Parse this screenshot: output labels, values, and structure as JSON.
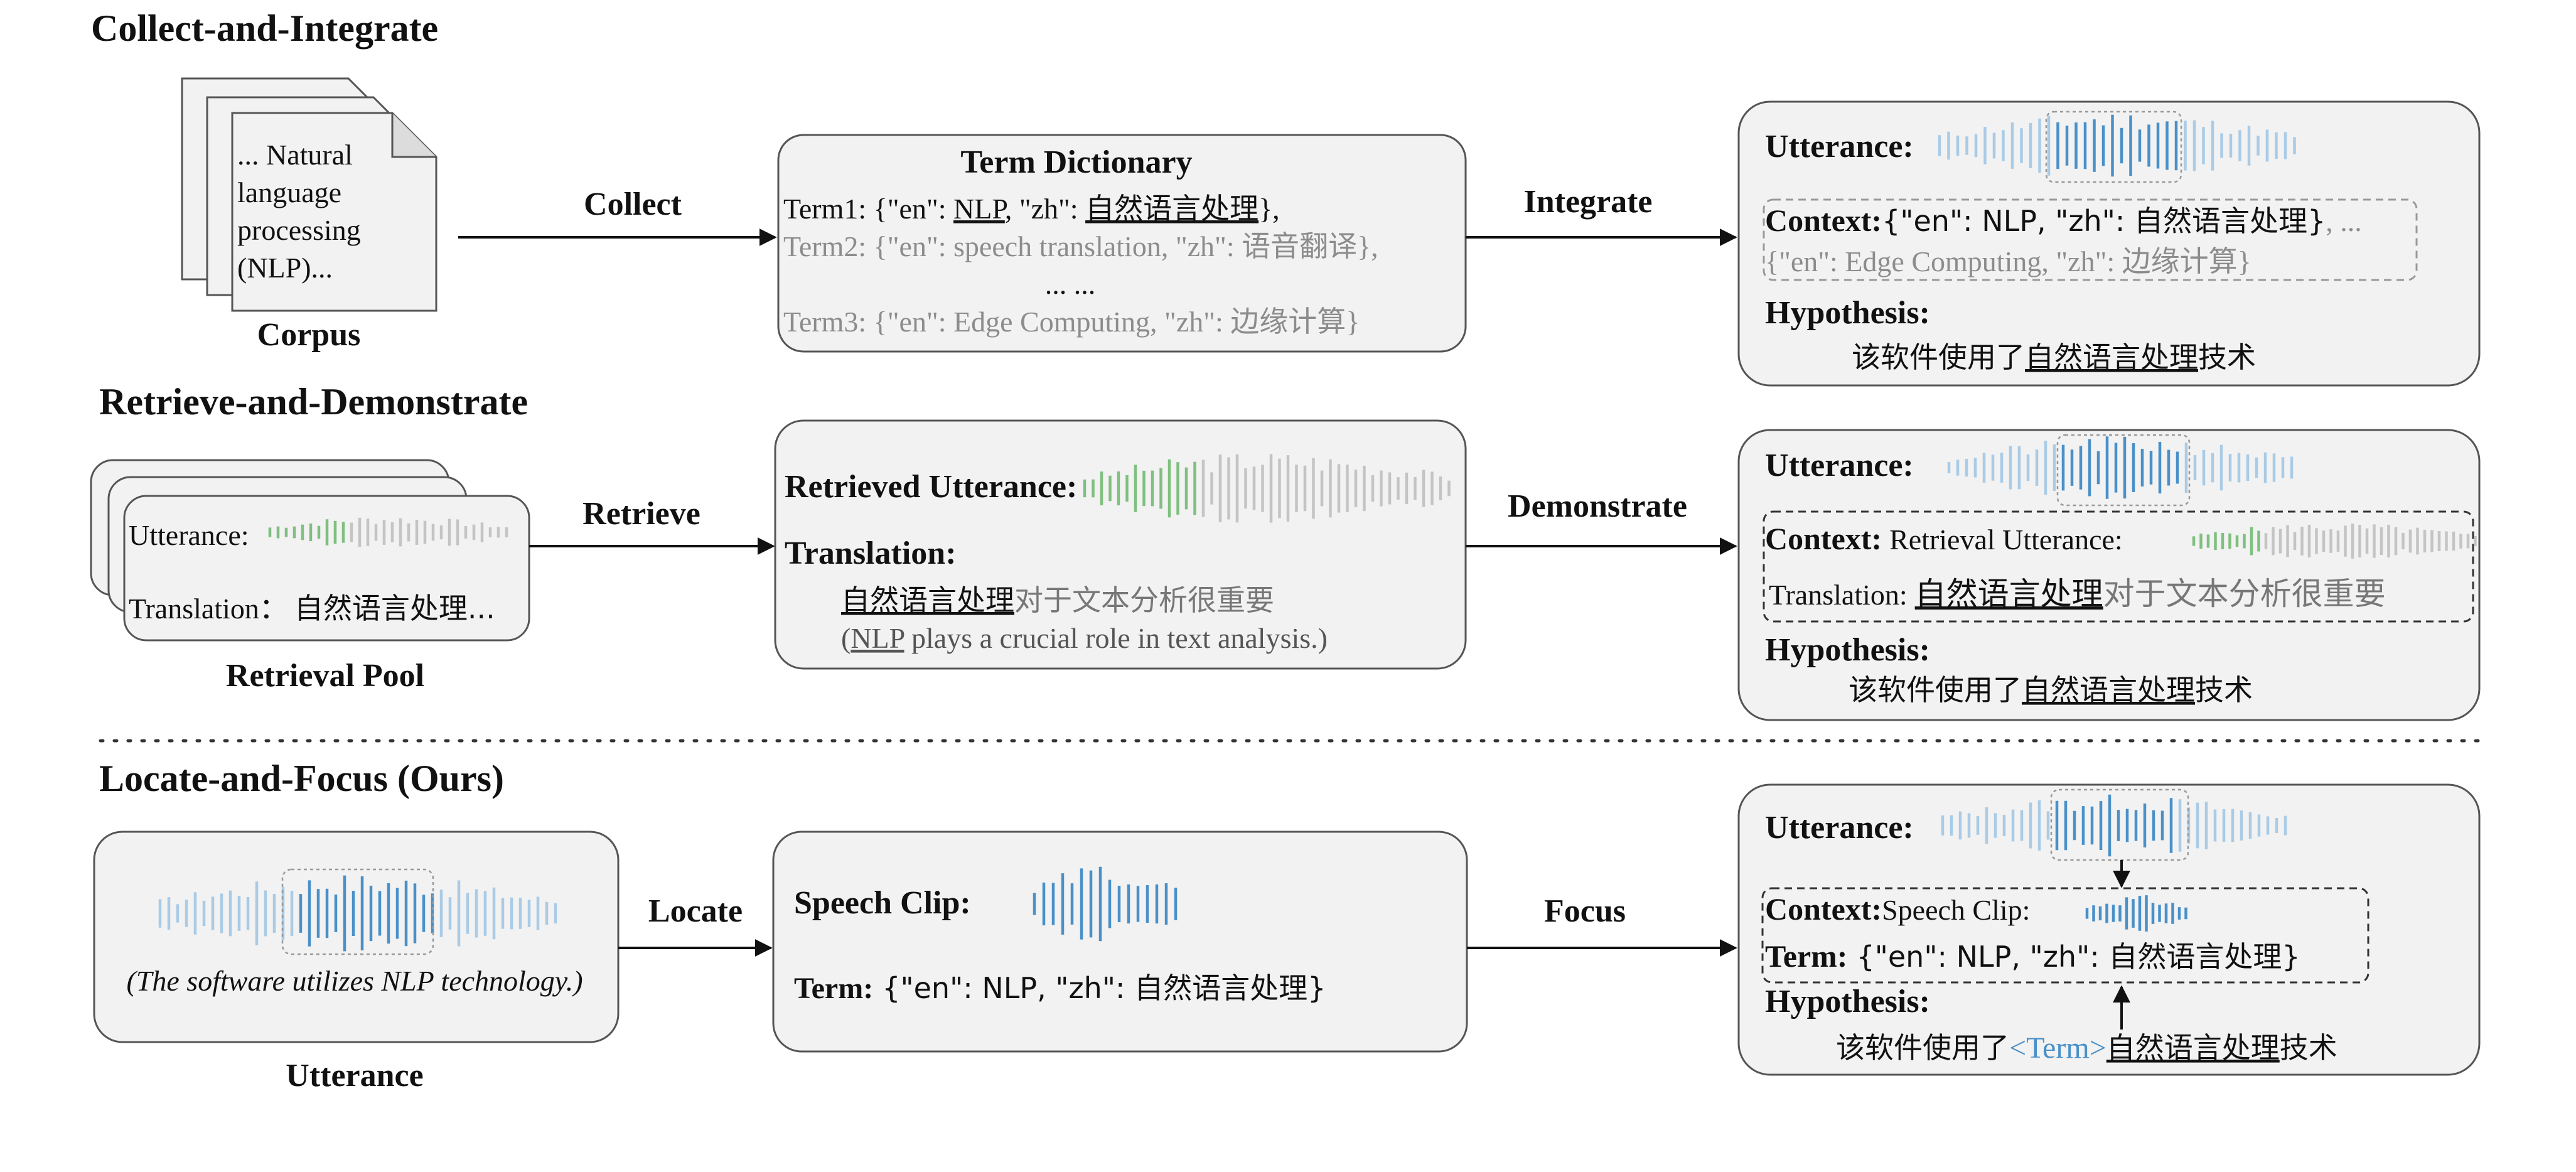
{
  "sections": {
    "s1": "Collect-and-Integrate",
    "s2": "Retrieve-and-Demonstrate",
    "s3": "Locate-and-Focus (Ours)"
  },
  "row1": {
    "corpus_lines": [
      "... Natural",
      "language",
      "processing",
      "(NLP)..."
    ],
    "corpus_label": "Corpus",
    "collect": "Collect",
    "dict_title": "Term Dictionary",
    "term1_prefix": "Term1: {\"en\": ",
    "term1_nlp": "NLP",
    "term1_mid": ", \"zh\": ",
    "term1_zh": "自然语言处理",
    "term1_end": "},",
    "term2": "Term2: {\"en\": speech translation, \"zh\": 语音翻译},",
    "dots": "... ...",
    "term3": "Term3: {\"en\": Edge Computing, \"zh\": 边缘计算}",
    "integrate": "Integrate",
    "utterance": "Utterance:",
    "context_label": "Context:",
    "context_1": "{\"en\": NLP, \"zh\": 自然语言处理}",
    "context_1_tail": ", ...",
    "context_2": "{\"en\": Edge Computing, \"zh\": 边缘计算}",
    "hypothesis": "Hypothesis:",
    "hyp_pre": "该软件使用了",
    "hyp_term": "自然语言处理",
    "hyp_post": "技术"
  },
  "row2": {
    "pool_utterance": "Utterance:",
    "pool_translation": "Translation：",
    "pool_translation_zh": "自然语言处理...",
    "pool_label": "Retrieval Pool",
    "retrieve": "Retrieve",
    "retrieved_utterance": "Retrieved Utterance:",
    "translation_label": "Translation:",
    "trans_zh_term": "自然语言处理",
    "trans_zh_rest": "对于文本分析很重要",
    "trans_en_open": "(",
    "trans_en_nlp": "NLP",
    "trans_en_rest": " plays a crucial role in text analysis.)",
    "demonstrate": "Demonstrate",
    "utterance": "Utterance:",
    "context_label": "Context:",
    "context_retrieval": "Retrieval Utterance:",
    "context_translation": "Translation:",
    "hypothesis": "Hypothesis:",
    "hyp_pre": "该软件使用了",
    "hyp_term": "自然语言处理",
    "hyp_post": "技术"
  },
  "row3": {
    "caption": "(The software utilizes NLP technology.)",
    "utterance_label": "Utterance",
    "locate": "Locate",
    "speech_clip": "Speech Clip:",
    "term_label": "Term:",
    "term_value": "{\"en\": NLP, \"zh\": 自然语言处理}",
    "focus": "Focus",
    "utterance": "Utterance:",
    "context_label": "Context:",
    "context_speech": "Speech Clip:",
    "hypothesis": "Hypothesis:",
    "hyp_pre": "该软件使用了",
    "hyp_tag": "<Term>",
    "hyp_term": "自然语言处理",
    "hyp_post": "技术"
  },
  "colors": {
    "wave_blue": "#4a90c8",
    "wave_light": "#a9cbe6",
    "wave_green": "#7fbf7f",
    "wave_gray": "#c4c4c4",
    "box_fill": "#f2f2f2"
  }
}
